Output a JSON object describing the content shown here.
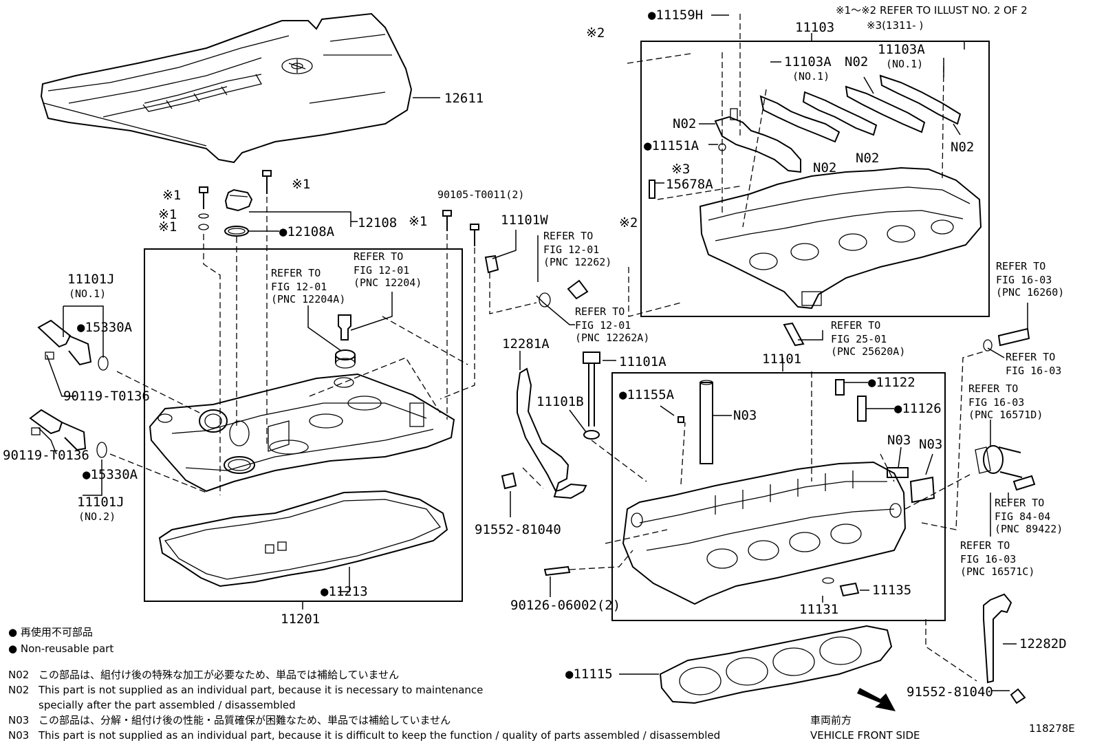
{
  "header": {
    "ref_note_line1": "※1～※2  REFER TO ILLUST NO. 2 OF 2",
    "ref_note_line2": "※3(1311-      )"
  },
  "labels": {
    "p12611": "12611",
    "p12108": "12108",
    "p12108A": "●12108A",
    "p11101J_1": "11101J",
    "p11101J_1_sub": "(NO.1)",
    "p15330A_1": "●15330A",
    "p90119_1": "90119-T0136",
    "p90119_2": "90119-T0136",
    "p15330A_2": "●15330A",
    "p11101J_2": "11101J",
    "p11101J_2_sub": "(NO.2)",
    "ref_12204A": [
      "REFER TO",
      "FIG 12-01",
      "(PNC 12204A)"
    ],
    "ref_12204": [
      "REFER TO",
      "FIG 12-01",
      "(PNC 12204)"
    ],
    "p90105": "90105-T0011(2)",
    "p11101W": "11101W",
    "ref_12262": [
      "REFER TO",
      "FIG 12-01",
      "(PNC 12262)"
    ],
    "ref_12262A": [
      "REFER TO",
      "FIG 12-01",
      "(PNC 12262A)"
    ],
    "p11213": "●11213",
    "p11201": "11201",
    "p12281A": "12281A",
    "p11101B": "11101B",
    "p91552_1": "91552-81040",
    "p11101A": "11101A",
    "p11159H": "●11159H",
    "p11103": "11103",
    "p11103A_a": "11103A",
    "p11103A_a_sub": "(NO.1)",
    "p11103A_b": "11103A",
    "p11103A_b_sub": "(NO.1)",
    "n02": "N02",
    "p11151A": "●11151A",
    "p15678A": "15678A",
    "ref_25620A": [
      "REFER TO",
      "FIG 25-01",
      "(PNC 25620A)"
    ],
    "p11101": "11101",
    "p11155A": "●11155A",
    "n03": "N03",
    "p11122": "●11122",
    "p11126": "●11126",
    "ref_16260": [
      "REFER TO",
      "FIG 16-03",
      "(PNC 16260)"
    ],
    "ref_16_03": [
      "REFER TO",
      "FIG 16-03"
    ],
    "ref_16571D": [
      "REFER TO",
      "FIG 16-03",
      "(PNC 16571D)"
    ],
    "ref_89422": [
      "REFER TO",
      "FIG 84-04",
      "(PNC 89422)"
    ],
    "ref_16571C": [
      "REFER TO",
      "FIG 16-03",
      "(PNC 16571C)"
    ],
    "p90126": "90126-06002(2)",
    "p11135": "11135",
    "p11131": "11131",
    "p12282D": "12282D",
    "p91552_2": "91552-81040",
    "p11115": "●11115",
    "mark1": "※1",
    "mark2": "※2",
    "mark3": "※3"
  },
  "legend": {
    "jp": "● 再使用不可部品",
    "en": "● Non-reusable part",
    "n02_code": "N02",
    "n02_jp": "この部品は、組付け後の特殊な加工が必要なため、単品では補給していません",
    "n02_en1": "This part is not supplied as an individual part, because it is necessary to maintenance",
    "n02_en2": "specially after the part assembled / disassembled",
    "n03_code": "N03",
    "n03_jp": "この部品は、分解・組付け後の性能・品質確保が困難なため、単品では補給していません",
    "n03_en": "This part is not supplied as an individual part, because it is difficult to keep the function / quality of parts  assembled / disassembled"
  },
  "footer": {
    "front_jp": "車両前方",
    "front_en": "VEHICLE FRONT SIDE",
    "illust_no": "118278E"
  }
}
